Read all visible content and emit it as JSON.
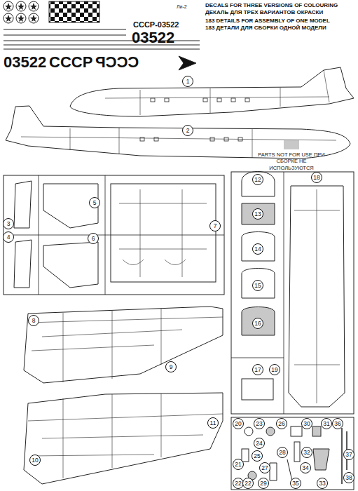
{
  "diagram": {
    "labels": [
      "DECALS FOR THREE VERSIONS OF COLOURING",
      "ДЕКАЛЬ ДЛЯ ТРЕХ ВАРИАНТОВ ОКРАСКИ",
      "183 DETAILS FOR ASSEMBLY OF ONE MODEL",
      "183 ДЕТАЛИ ДЛЯ СБОРКИ ОДНОЙ МОДЕЛИ",
      "CCCP-03522",
      "03522",
      "03522",
      "CCCP",
      "CCCP",
      "Ли-2",
      "1",
      "2",
      "3",
      "4",
      "5",
      "6",
      "7",
      "8",
      "9",
      "10",
      "11",
      "12",
      "13",
      "14",
      "15",
      "16",
      "17",
      "18",
      "19",
      "20",
      "21",
      "22",
      "22",
      "23",
      "24",
      "25",
      "26",
      "27",
      "28",
      "29",
      "30",
      "31",
      "32",
      "33",
      "34",
      "35",
      "36",
      "37",
      "38"
    ],
    "legend": [
      {
        "text": "PARTS NOT FOR USE ПРИ СБОРКЕ НЕ ИСПОЛЬЗУЮТСЯ",
        "color": "#c8c8c8"
      }
    ]
  }
}
